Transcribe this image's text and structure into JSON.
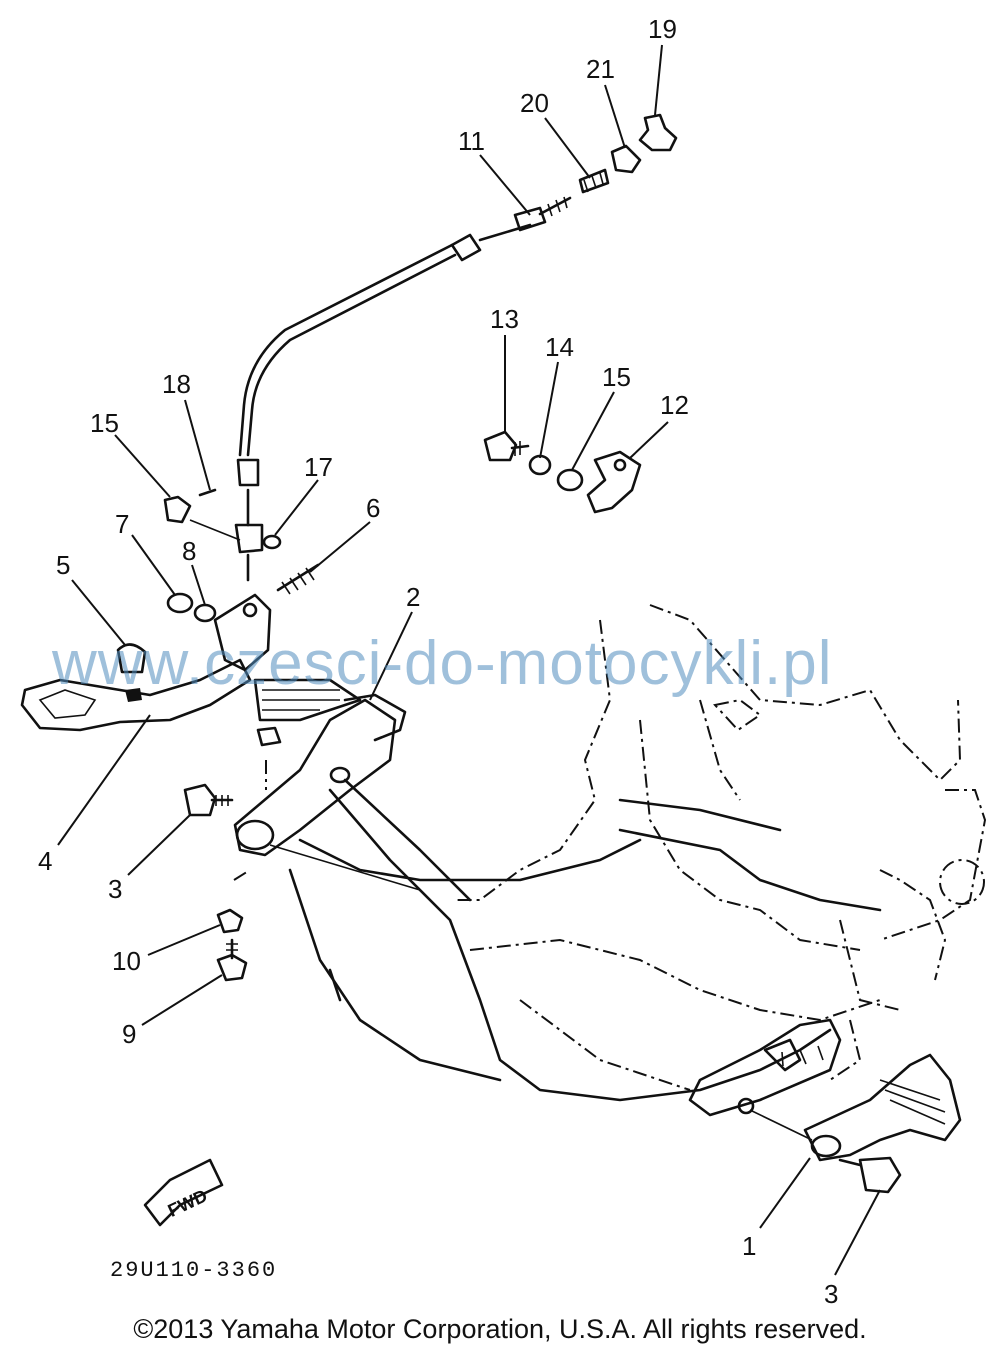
{
  "diagram": {
    "callouts": [
      {
        "id": "c19",
        "text": "19"
      },
      {
        "id": "c21",
        "text": "21"
      },
      {
        "id": "c20",
        "text": "20"
      },
      {
        "id": "c11",
        "text": "11"
      },
      {
        "id": "c13",
        "text": "13"
      },
      {
        "id": "c14",
        "text": "14"
      },
      {
        "id": "c15a",
        "text": "15"
      },
      {
        "id": "c12",
        "text": "12"
      },
      {
        "id": "c18",
        "text": "18"
      },
      {
        "id": "c15b",
        "text": "15"
      },
      {
        "id": "c17",
        "text": "17"
      },
      {
        "id": "c6",
        "text": "6"
      },
      {
        "id": "c7",
        "text": "7"
      },
      {
        "id": "c8",
        "text": "8"
      },
      {
        "id": "c5",
        "text": "5"
      },
      {
        "id": "c2",
        "text": "2"
      },
      {
        "id": "c4",
        "text": "4"
      },
      {
        "id": "c3a",
        "text": "3"
      },
      {
        "id": "c10",
        "text": "10"
      },
      {
        "id": "c9",
        "text": "9"
      },
      {
        "id": "c1",
        "text": "1"
      },
      {
        "id": "c3b",
        "text": "3"
      }
    ],
    "fwd_label": "FWD",
    "drawing_code": "29U110-3360"
  },
  "watermark": "www.czesci-do-motocykli.pl",
  "copyright": "©2013 Yamaha Motor Corporation, U.S.A. All rights reserved."
}
